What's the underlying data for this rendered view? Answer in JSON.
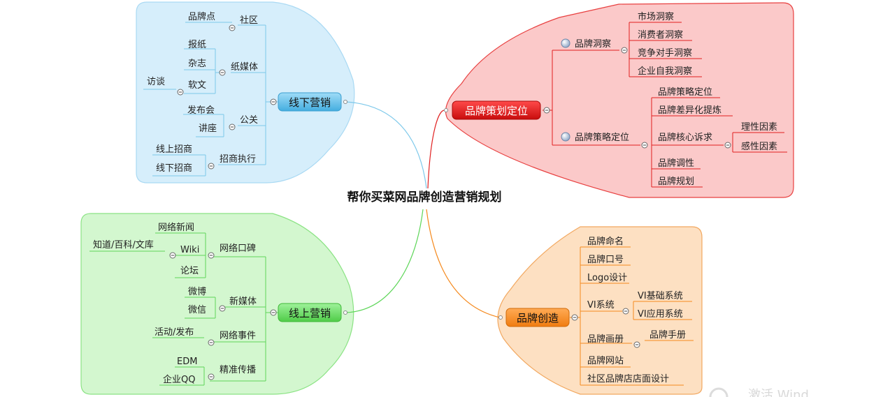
{
  "center": {
    "title": "帮你买菜网品牌创造营销规划"
  },
  "branches": {
    "offline": {
      "label": "线下营销",
      "color": "#5bb8e6",
      "region": "#d6eefb",
      "region_border": "#a9d9f3",
      "groups": [
        {
          "label": "社区",
          "items": [
            "品牌点"
          ]
        },
        {
          "label": "纸媒体",
          "items": [
            "报纸",
            "杂志",
            "软文"
          ],
          "sub": {
            "label": "访谈"
          }
        },
        {
          "label": "公关",
          "items": [
            "发布会",
            "讲座"
          ]
        },
        {
          "label": "招商执行",
          "items": [
            "线上招商",
            "线下招商"
          ]
        }
      ]
    },
    "strategy": {
      "label": "品牌策划定位",
      "color": "#e02020",
      "region": "#fbc9c9",
      "region_border": "#e84040",
      "groups": [
        {
          "label": "品牌洞察",
          "items": [
            "市场洞察",
            "消费者洞察",
            "竞争对手洞察",
            "企业自我洞察"
          ]
        },
        {
          "label": "品牌策略定位",
          "items": [
            "品牌策略定位",
            "品牌差异化提炼",
            "品牌核心诉求",
            "品牌调性",
            "品牌规划"
          ],
          "sub": {
            "parent": "品牌核心诉求",
            "items": [
              "理性因素",
              "感性因素"
            ]
          }
        }
      ]
    },
    "online": {
      "label": "线上营销",
      "color": "#5fd65a",
      "region": "#d3f7cf",
      "region_border": "#8be384",
      "groups": [
        {
          "label": "网络口碑",
          "items": [
            "网络新闻",
            "Wiki",
            "论坛"
          ],
          "sub": {
            "label": "知道/百科/文库"
          }
        },
        {
          "label": "新媒体",
          "items": [
            "微博",
            "微信"
          ]
        },
        {
          "label": "网络事件",
          "items": [
            "活动/发布"
          ]
        },
        {
          "label": "精准传播",
          "items": [
            "EDM",
            "企业QQ"
          ]
        }
      ]
    },
    "creation": {
      "label": "品牌创造",
      "color": "#f58a1f",
      "region": "#fde0c2",
      "region_border": "#f2a860",
      "items": [
        "品牌命名",
        "品牌口号",
        "Logo设计",
        "VI系统",
        "品牌画册",
        "品牌网站",
        "社区品牌店店面设计"
      ],
      "vi": [
        "VI基础系统",
        "VI应用系统"
      ],
      "album": [
        "品牌手册"
      ]
    }
  },
  "watermark": {
    "text": "激活 Wind"
  }
}
